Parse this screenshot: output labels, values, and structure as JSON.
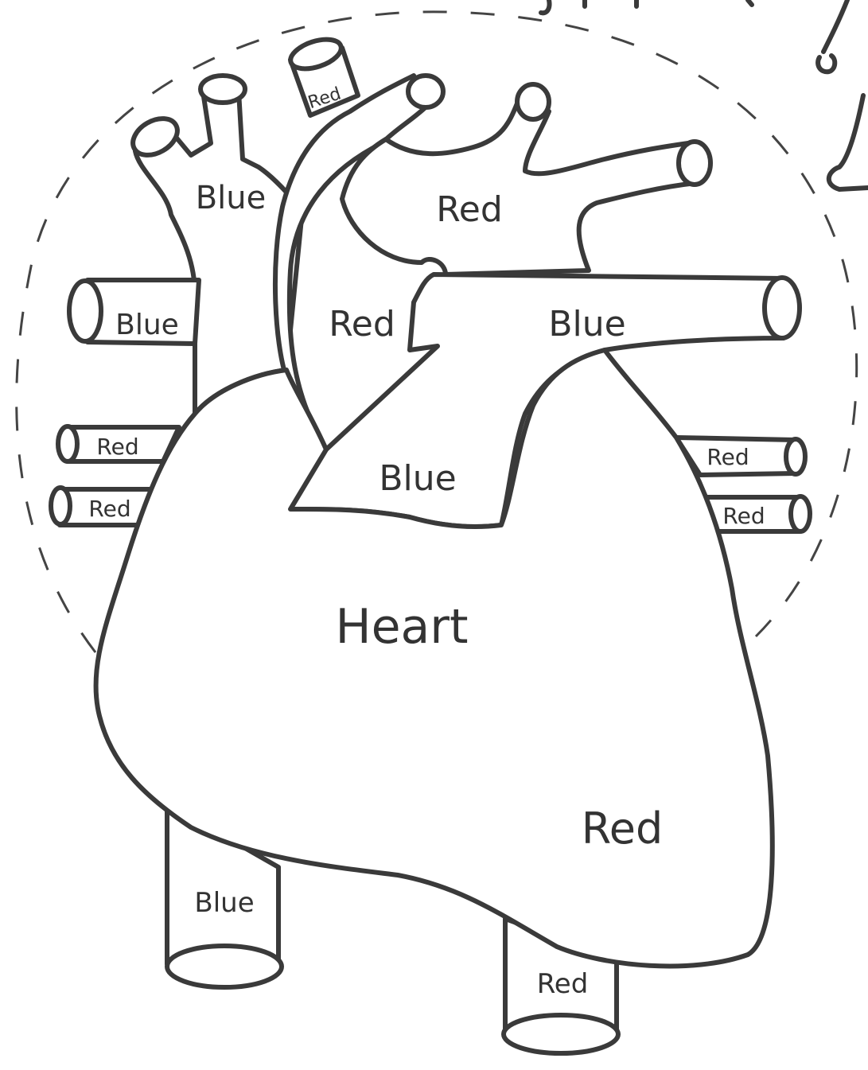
{
  "diagram": {
    "center_label": "Heart",
    "labels": {
      "svc_top": "Blue",
      "aorta_small_vessel": "Red",
      "pulmonary_artery_branch": "Red",
      "right_pulmonary_vein_upper": "Blue",
      "aortic_arch": "Red",
      "pulmonary_artery": "Blue",
      "right_veins_1": "Red",
      "right_veins_2": "Red",
      "left_veins_1": "Red",
      "left_veins_2": "Red",
      "pulmonary_trunk": "Blue",
      "ventricle": "Red",
      "ivc": "Blue",
      "descending_aorta": "Red"
    },
    "colors": {
      "outline": "#3a3a3a",
      "text": "#333333",
      "background": "#ffffff"
    }
  }
}
